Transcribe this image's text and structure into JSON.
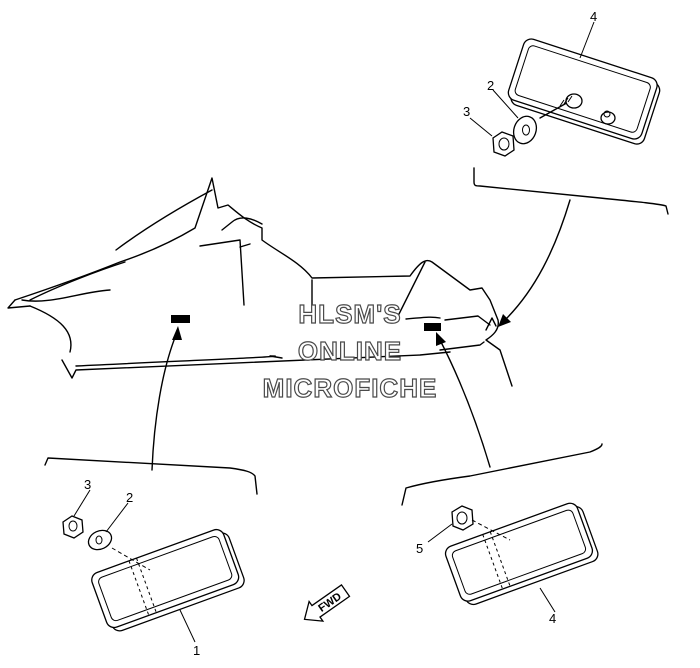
{
  "watermark": {
    "line1": "HLSM'S",
    "line2": "ONLINE",
    "line3": "MICROFICHE"
  },
  "direction_label": "FWD",
  "callouts": {
    "top_reflector": "4",
    "top_washer": "2",
    "top_nut": "3",
    "left_nut": "3",
    "left_washer": "2",
    "left_reflector": "1",
    "right_collar": "5",
    "right_reflector": "4"
  }
}
